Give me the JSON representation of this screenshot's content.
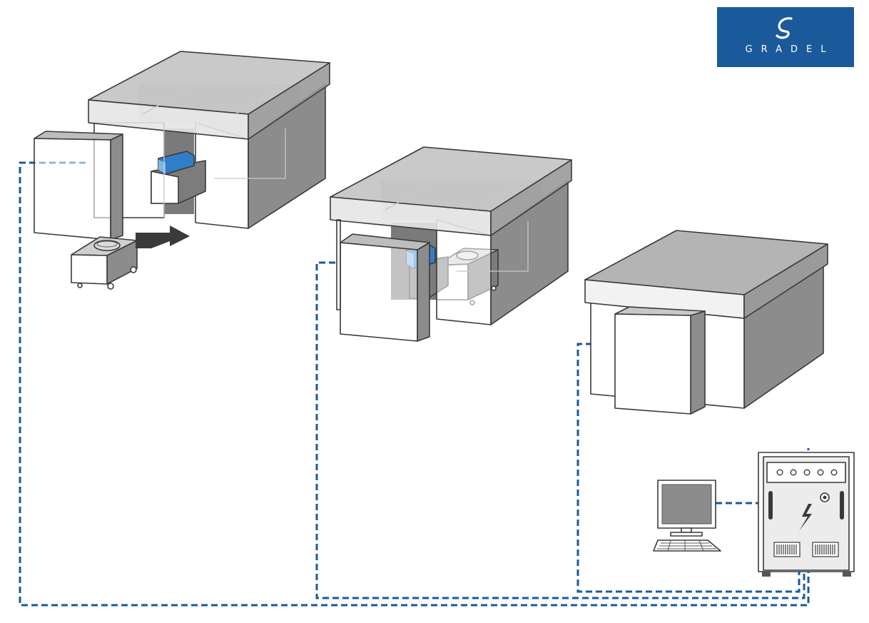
{
  "brand": {
    "name": "GRADEL",
    "logo_bg": "#1a5a9a",
    "logo_fg": "#ffffff"
  },
  "colors": {
    "cable": "#1a5a9a",
    "machine_dark": "#8a8a8a",
    "machine_top": "#b0b0b0",
    "outline": "#3a3a3a",
    "module_blue": "#2f7fc8"
  },
  "diagram": {
    "stages": [
      "machine-with-cart",
      "machine-loaded",
      "machine-closed"
    ],
    "controller_indicator_count": 5,
    "icons": [
      "arrow-icon",
      "computer-icon",
      "power-cabinet-icon",
      "lightning-icon"
    ]
  }
}
